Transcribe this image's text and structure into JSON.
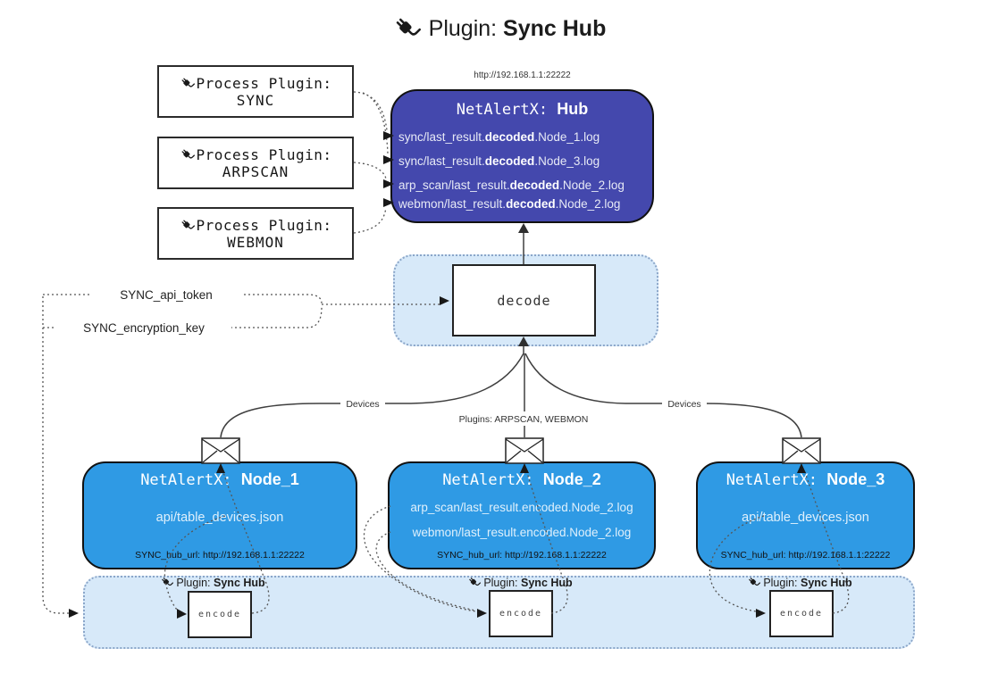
{
  "header": {
    "icon": "plug-icon",
    "title_prefix": "Plugin: ",
    "title_bold": "Sync Hub"
  },
  "process_plugins": [
    {
      "label": "Process Plugin:",
      "name": "SYNC"
    },
    {
      "label": "Process Plugin:",
      "name": "ARPSCAN"
    },
    {
      "label": "Process Plugin:",
      "name": "WEBMON"
    }
  ],
  "hub": {
    "url": "http://192.168.1.1:22222",
    "name_prefix": "NetAlertX: ",
    "name": "Hub",
    "files": [
      {
        "pre": "sync/last_result.",
        "mid": "decoded",
        "post": ".Node_1.log"
      },
      {
        "pre": "sync/last_result.",
        "mid": "decoded",
        "post": ".Node_3.log"
      },
      {
        "pre": "arp_scan/last_result.",
        "mid": "decoded",
        "post": ".Node_2.log"
      },
      {
        "pre": "webmon/last_result.",
        "mid": "decoded",
        "post": ".Node_2.log"
      }
    ]
  },
  "decode": {
    "label": "decode"
  },
  "secrets": {
    "api_token": "SYNC_api_token",
    "encryption_key": "SYNC_encryption_key"
  },
  "edge_labels": {
    "devices_left": "Devices",
    "devices_right": "Devices",
    "plugins": "Plugins: ARPSCAN, WEBMON"
  },
  "nodes": [
    {
      "name_prefix": "NetAlertX: ",
      "name": "Node_1",
      "files": [
        "api/table_devices.json"
      ],
      "hub_url": "SYNC_hub_url: http://192.168.1.1:22222"
    },
    {
      "name_prefix": "NetAlertX: ",
      "name": "Node_2",
      "files": [
        "arp_scan/last_result.encoded.Node_2.log",
        "webmon/last_result.encoded.Node_2.log"
      ],
      "hub_url": "SYNC_hub_url: http://192.168.1.1:22222"
    },
    {
      "name_prefix": "NetAlertX: ",
      "name": "Node_3",
      "files": [
        "api/table_devices.json"
      ],
      "hub_url": "SYNC_hub_url: http://192.168.1.1:22222"
    }
  ],
  "encode_band": {
    "plugin_prefix": "Plugin: ",
    "plugin_bold": "Sync Hub",
    "encode_label": "encode"
  },
  "colors": {
    "hub_fill": "#4448ad",
    "node_fill": "#2f9ae4",
    "band_fill": "#d7e9f9",
    "line": "#3f3f3f"
  }
}
